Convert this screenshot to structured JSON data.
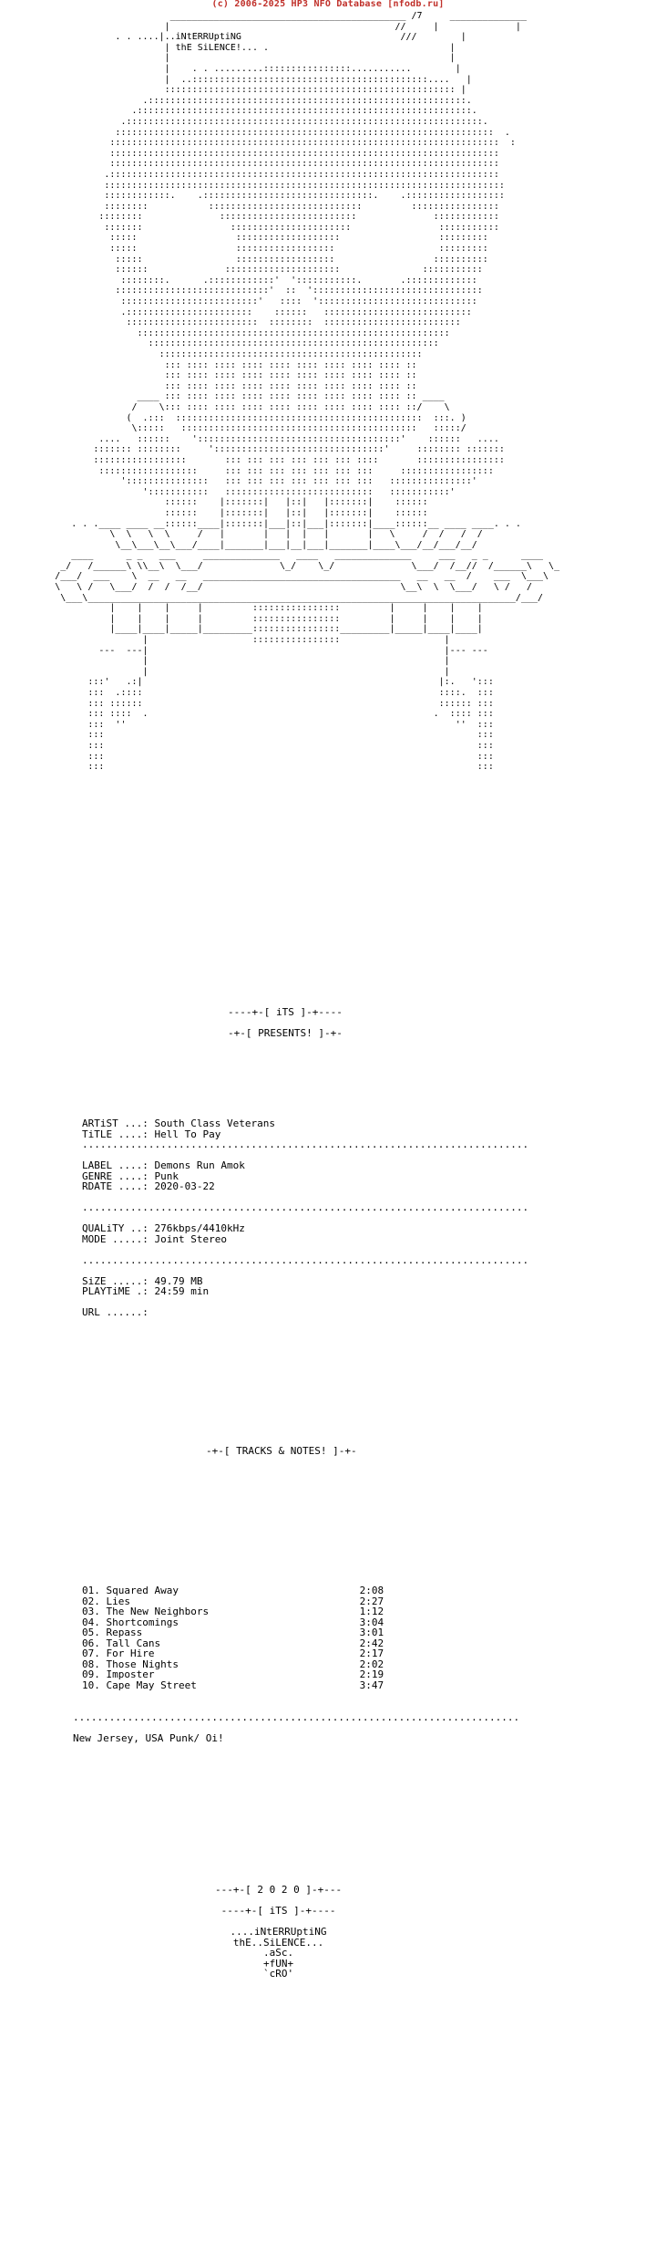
{
  "header": "(c) 2006-2025 HP3 NFO Database [nfodb.ru]",
  "art_lines": [
    "                               ___________________________________________ /7     ______________",
    "                              |                                         //     |              |",
    "                     . . ....|..iNtERRUptiNG                             ///        |",
    "                              | thE SiLENCE!... .                                 |",
    "                              |                                                   |",
    "                              |    . . .........::::::::::::::::...........        |",
    "                              |  ..:::::::::::::::::::::::::::::::::::::::::::....   |",
    "                              ::::::::::::::::::::::::::::::::::::::::::::::::::::: |",
    "                          .::::::::::::::::::::::::::::::::::::::::::::::::::::::::::.",
    "                        .:::::::::::::::::::::::::::::::::::::::::::::::::::::::::::::.",
    "                      .:::::::::::::::::::::::::::::::::::::::::::::::::::::::::::::::::.",
    "                     :::::::::::::::::::::::::::::::::::::::::::::::::::::::::::::::::::::  .",
    "                    :::::::::::::::::::::::::::::::::::::::::::::::::::::::::::::::::::::::  :",
    "                    :::::::::::::::::::::::::::::::::::::::::::::::::::::::::::::::::::::::",
    "                    :::::::::::::::::::::::::::::::::::::::::::::::::::::::::::::::::::::::",
    "                   .:::::::::::::::::::::::::::::::::::::::::::::::::::::::::::::::::::::::",
    "                   :::::::::::::::::::::::::::::::::::::::::::::::::::::::::::::::::::::::::",
    "                   ::::::::::::.    .:::::::::::::::::::::::::::::::.    .::::::::::::::::::",
    "                   ::::::::           ::::::::::::::::::::::::::::         ::::::::::::::::",
    "                  ::::::::              :::::::::::::::::::::::::              ::::::::::::",
    "                   :::::::                ::::::::::::::::::::::                :::::::::::",
    "                    :::::                  :::::::::::::::::::                  :::::::::",
    "                    :::::                  ::::::::::::::::::                   :::::::::",
    "                     :::::                 ::::::::::::::::::                  ::::::::::",
    "                     ::::::              :::::::::::::::::::::               :::::::::::",
    "                      ::::::::.      .::::::::::::'  ':::::::::::.       .:::::::::::::",
    "                     ::::::::::::::::::::::::::::'  ::  ':::::::::::::::::::::::::::::::",
    "                      :::::::::::::::::::::::::'   ::::  ':::::::::::::::::::::::::::::",
    "                      .:::::::::::::::::::::::    ::::::   :::::::::::::::::::::::::::",
    "                       ::::::::::::::::::::::::  ::::::::  :::::::::::::::::::::::::",
    "                         :::::::::::::::::::::::::::::::::::::::::::::::::::::::::",
    "                           :::::::::::::::::::::::::::::::::::::::::::::::::::::",
    "                             ::::::::::::::::::::::::::::::::::::::::::::::::",
    "                              ::: :::: :::: :::: :::: :::: :::: :::: :::: ::",
    "                              ::: :::: :::: :::: :::: :::: :::: :::: :::: ::",
    "                              ::: :::: :::: :::: :::: :::: :::: :::: :::: ::",
    "                         ____ ::: :::: :::: :::: :::: :::: :::: :::: :::: :: ____",
    "                        /    \\::: :::: :::: :::: :::: :::: :::: :::: :::: ::/    \\",
    "                       (  .:::  :::::::::::::::::::::::::::::::::::::::::::::  :::. )",
    "                        \\:::::   :::::::::::::::::::::::::::::::::::::::::::   :::::/",
    "                  ....   ::::::    ':::::::::::::::::::::::::::::::::::::'    ::::::   ....",
    "                 ::::::: ::::::::     ':::::::::::::::::::::::::::::::'     :::::::: :::::::",
    "                 :::::::::::::::::       ::: ::: ::: ::: ::: ::: ::::       ::::::::::::::::",
    "                  ::::::::::::::::::     ::: ::: ::: ::: ::: ::: :::     :::::::::::::::::",
    "                      ':::::::::::::::   ::: ::: ::: ::: ::: ::: :::   :::::::::::::::'",
    "                          ':::::::::::   :::::::::::::::::::::::::::   :::::::::::'",
    "                              ::::::    |:::::::|   |::|   |:::::::|    ::::::",
    "                              ::::::    |:::::::|   |::|   |:::::::|    ::::::",
    "             . . .____ ____ __::::::____|:::::::|___|::|___|:::::::|____::::::__ ____ ____. . .",
    "                    \\  \\   \\  \\     /   |       |   |  |   |       |   \\     /  /   /  /",
    "                     \\__\\___\\__\\___/____|_______|___|__|___|_______|____\\___/__/___/__/",
    "             ____      _ _   ___     ______________   ____   ______________     ___   _ _      ____",
    "           _/   /______\\ \\\\__\\  \\___/              \\_/    \\_/              \\___/  /__//  /______\\   \\_",
    "          /___/  ___    \\  __   __   ____________________________________   __   __  /    ___  \\___\\",
    "          \\   \\ /   \\___/  /  /  /__/                                    \\__\\  \\  \\___/   \\ /   /",
    "           \\___\\______________________________________________________________________________/___/",
    "                    |    |    |     |         ::::::::::::::::         |     |    |    |",
    "                    |    |    |     |         ::::::::::::::::         |     |    |    |",
    "                    |____|____|_____|_________::::::::::::::::_________|_____|____|____|",
    "                          |                   ::::::::::::::::                   |",
    "                  ---  ---|                                                      |--- ---",
    "                          |                                                      |",
    "                          |                                                      |",
    "                :::'   .:|                                                      |:.   ':::",
    "                :::  .::::                                                      ::::.  :::",
    "                ::: ::::::                                                      :::::: :::",
    "                ::: ::::  .                                                    .  :::: :::",
    "                :::  ''                                                            ''  :::",
    "                :::                                                                    :::",
    "                :::                                                                    :::",
    "                :::                                                                    :::",
    "                :::                                                                    :::"
  ],
  "presents": {
    "line1": "----+-[ iTS ]-+----",
    "line2": "-+-[ PRESENTS! ]-+-"
  },
  "info": {
    "artist_label": "ARTiST ...:",
    "artist": "South Class Veterans",
    "title_label": "TiTLE ....:",
    "title": "Hell To Pay",
    "label_label": "LABEL ....:",
    "label": "Demons Run Amok",
    "genre_label": "GENRE ....:",
    "genre": "Punk",
    "rdate_label": "RDATE ....:",
    "rdate": "2020-03-22",
    "quality_label": "QUALiTY ..:",
    "quality": "276kbps/4410kHz",
    "mode_label": "MODE .....:",
    "mode": "Joint Stereo",
    "size_label": "SiZE .....:",
    "size": "49.79 MB",
    "playtime_label": "PLAYTiME .:",
    "playtime": "24:59 min",
    "url_label": "URL ......:"
  },
  "tracks_header": "-+-[ TRACKS & NOTES! ]-+-",
  "tracks": [
    {
      "num": "01.",
      "title": "Squared Away",
      "time": "2:08"
    },
    {
      "num": "02.",
      "title": "Lies",
      "time": "2:27"
    },
    {
      "num": "03.",
      "title": "The New Neighbors",
      "time": "1:12"
    },
    {
      "num": "04.",
      "title": "Shortcomings",
      "time": "3:04"
    },
    {
      "num": "05.",
      "title": "Repass",
      "time": "3:01"
    },
    {
      "num": "06.",
      "title": "Tall Cans",
      "time": "2:42"
    },
    {
      "num": "07.",
      "title": "For Hire",
      "time": "2:17"
    },
    {
      "num": "08.",
      "title": "Those Nights",
      "time": "2:02"
    },
    {
      "num": "09.",
      "title": "Imposter",
      "time": "2:19"
    },
    {
      "num": "10.",
      "title": "Cape May Street",
      "time": "3:47"
    }
  ],
  "notes": "New Jersey, USA Punk/ Oi!",
  "footer": {
    "year": "---+-[ 2 0 2 0 ]-+---",
    "its": "----+-[ iTS ]-+----",
    "group1": "....iNtERRUptiNG",
    "group2": "thE..SiLENCE...",
    "credit1": ".aSc.",
    "credit2": "+fUN+",
    "credit3": "`cRO'"
  }
}
